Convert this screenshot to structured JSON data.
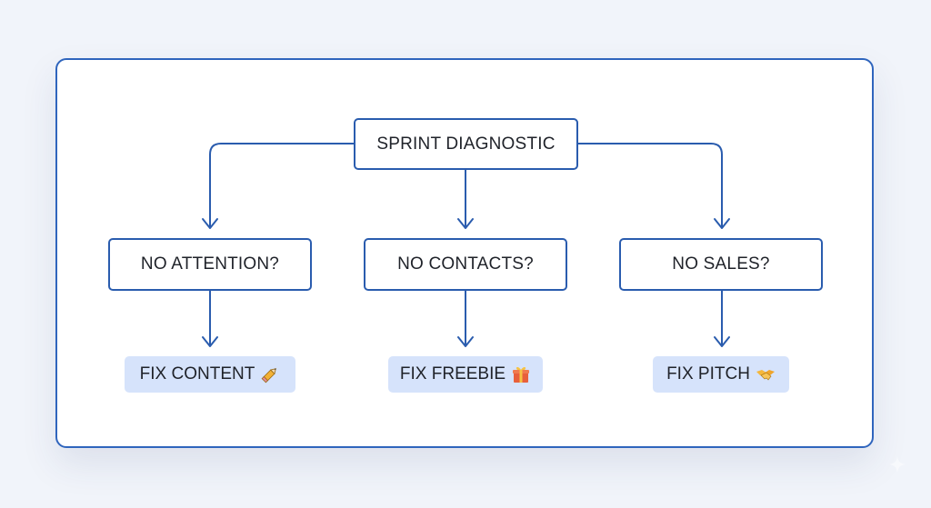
{
  "diagram": {
    "root": {
      "label": "SPRINT DIAGNOSTIC"
    },
    "questions": [
      {
        "id": "attention",
        "label": "NO ATTENTION?"
      },
      {
        "id": "contacts",
        "label": "NO CONTACTS?"
      },
      {
        "id": "sales",
        "label": "NO SALES?"
      }
    ],
    "fixes": [
      {
        "id": "content",
        "label": "FIX CONTENT",
        "icon": "pencil-icon"
      },
      {
        "id": "freebie",
        "label": "FIX FREEBIE",
        "icon": "gift-icon"
      },
      {
        "id": "pitch",
        "label": "FIX PITCH",
        "icon": "handshake-icon"
      }
    ]
  },
  "colors": {
    "background": "#f1f4fa",
    "card_border": "#2f65bd",
    "connector": "#2a5cae",
    "fix_fill": "#d6e3fb",
    "text": "#1f2229"
  }
}
